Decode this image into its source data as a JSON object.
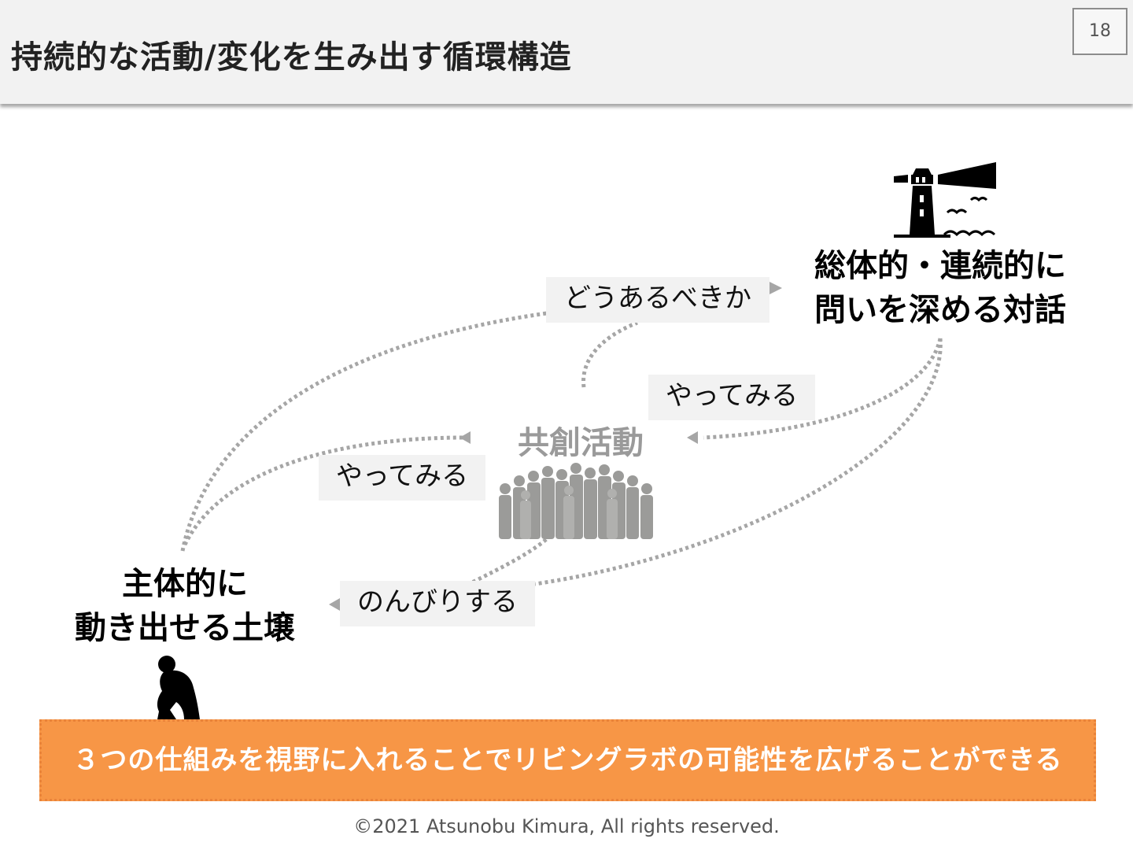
{
  "slide": {
    "title": "持続的な活動/変化を生み出す循環構造",
    "page_number": "18"
  },
  "nodes": {
    "dialogue": {
      "line1": "総体的・連続的に",
      "line2": "問いを深める対話"
    },
    "activity": {
      "label": "共創活動"
    },
    "foundation": {
      "line1": "主体的に",
      "line2": "動き出せる土壌"
    }
  },
  "flow_labels": {
    "how_should_be": "どうあるべきか",
    "try_it_upper": "やってみる",
    "try_it_lower": "やってみる",
    "take_it_easy": "のんびりする"
  },
  "banner": {
    "text": "３つの仕組みを視野に入れることでリビングラボの可能性を広げることができる"
  },
  "footer": {
    "copyright": "©2021 Atsunobu Kimura, All rights reserved."
  },
  "icons": [
    "lighthouse-icon",
    "crowd-icon",
    "thinker-icon"
  ],
  "colors": {
    "banner": "#f79646",
    "arrow": "#a6a6a6",
    "label_background": "#f2f2f2",
    "activity_text": "#9a9a9a"
  }
}
